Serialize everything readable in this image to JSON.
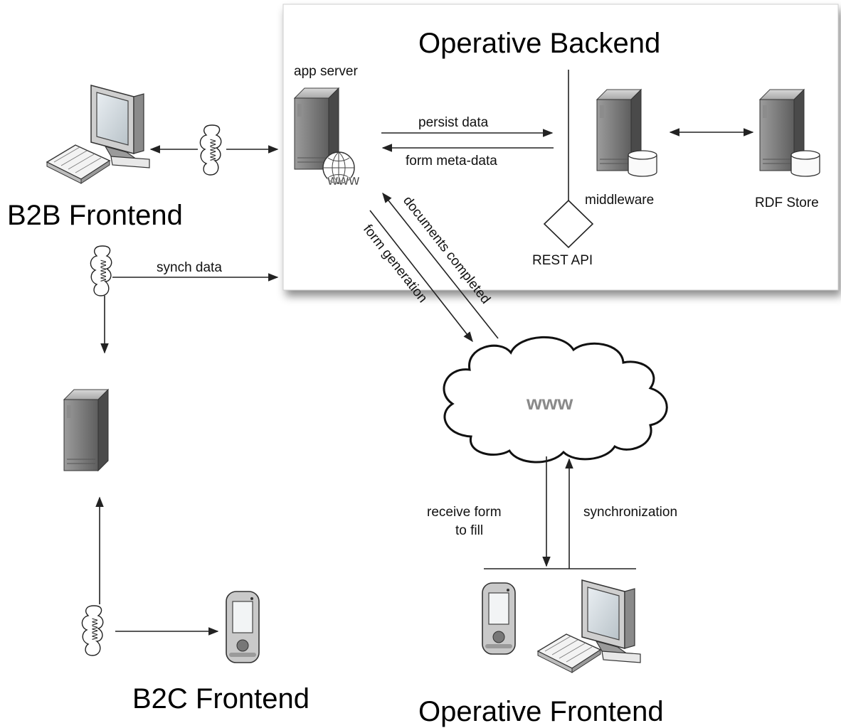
{
  "titles": {
    "operative_backend": "Operative Backend",
    "b2b_frontend": "B2B Frontend",
    "b2c_frontend": "B2C Frontend",
    "operative_frontend": "Operative Frontend"
  },
  "labels": {
    "app_server": "app server",
    "middleware": "middleware",
    "rdf_store": "RDF Store",
    "rest_api": "REST API",
    "persist_data": "persist data",
    "form_meta_data": "form meta-data",
    "synch_data": "synch data",
    "documents_completed": "documents completed",
    "form_generation": "form generation",
    "receive_form_line1": "receive form",
    "receive_form_line2": "to fill",
    "synchronization": "synchronization",
    "www": "www",
    "server_www_badge": "WWW"
  },
  "icons": [
    "server-icon",
    "database-icon",
    "desktop-computer-icon",
    "keyboard-icon",
    "mobile-device-icon",
    "cloud-icon",
    "diamond-interface-icon"
  ],
  "colors": {
    "server_body": "#7d7d7d",
    "panel_shadow": "#9a9a9a",
    "www_text": "#8a8a8a"
  }
}
